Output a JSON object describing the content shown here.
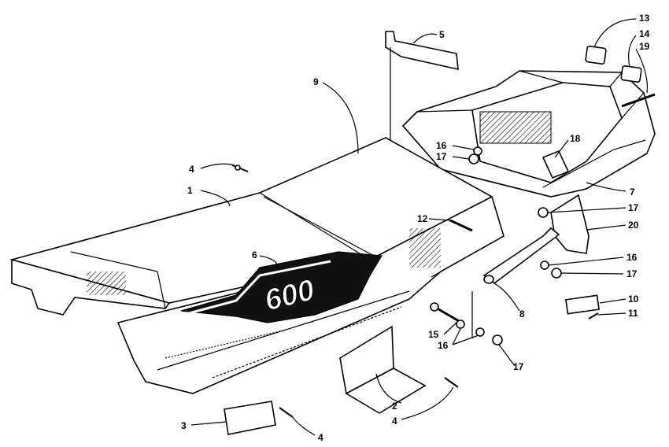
{
  "diagram": {
    "callouts": [
      {
        "id": "c1",
        "label": "1"
      },
      {
        "id": "c2",
        "label": "2"
      },
      {
        "id": "c3",
        "label": "3"
      },
      {
        "id": "c4a",
        "label": "4"
      },
      {
        "id": "c4b",
        "label": "4"
      },
      {
        "id": "c4c",
        "label": "4"
      },
      {
        "id": "c5",
        "label": "5"
      },
      {
        "id": "c6",
        "label": "6"
      },
      {
        "id": "c7",
        "label": "7"
      },
      {
        "id": "c8",
        "label": "8"
      },
      {
        "id": "c9",
        "label": "9"
      },
      {
        "id": "c10",
        "label": "10"
      },
      {
        "id": "c11",
        "label": "11"
      },
      {
        "id": "c12",
        "label": "12"
      },
      {
        "id": "c13",
        "label": "13"
      },
      {
        "id": "c14",
        "label": "14"
      },
      {
        "id": "c15",
        "label": "15"
      },
      {
        "id": "c16a",
        "label": "16"
      },
      {
        "id": "c16b",
        "label": "16"
      },
      {
        "id": "c16c",
        "label": "16"
      },
      {
        "id": "c17a",
        "label": "17"
      },
      {
        "id": "c17b",
        "label": "17"
      },
      {
        "id": "c17c",
        "label": "17"
      },
      {
        "id": "c17d",
        "label": "17"
      },
      {
        "id": "c18",
        "label": "18"
      },
      {
        "id": "c19",
        "label": "19"
      },
      {
        "id": "c20",
        "label": "20"
      }
    ],
    "decal_text": "600"
  }
}
